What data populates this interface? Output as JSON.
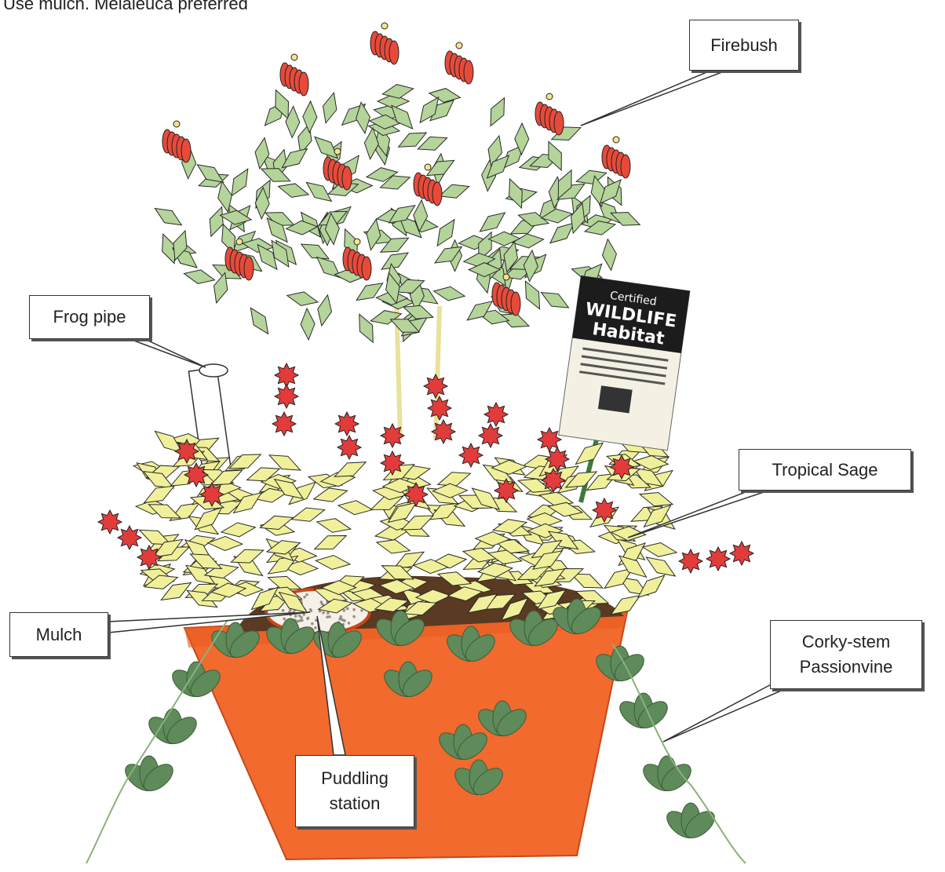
{
  "note": {
    "text": "Use mulch. Melaleuca preferred"
  },
  "labels": {
    "firebush": "Firebush",
    "frog_pipe": "Frog pipe",
    "tropical_sage": "Tropical Sage",
    "mulch": "Mulch",
    "passionvine_line1": "Corky-stem",
    "passionvine_line2": "Passionvine",
    "puddling_line1": "Puddling",
    "puddling_line2": "station"
  },
  "sign": {
    "line1": "Certified",
    "line2": "WILDLIFE",
    "line3": "Habitat"
  },
  "colors": {
    "pot": "#f26a2e",
    "pot_dark": "#c8471a",
    "firebush_leaf": "#b4d49a",
    "sage_leaf": "#f0f09a",
    "sage_flower": "#e23b3b",
    "vine_leaf": "#5f8a5a",
    "mulch": "#5a3a22",
    "sign_dark": "#1c1c1c"
  }
}
